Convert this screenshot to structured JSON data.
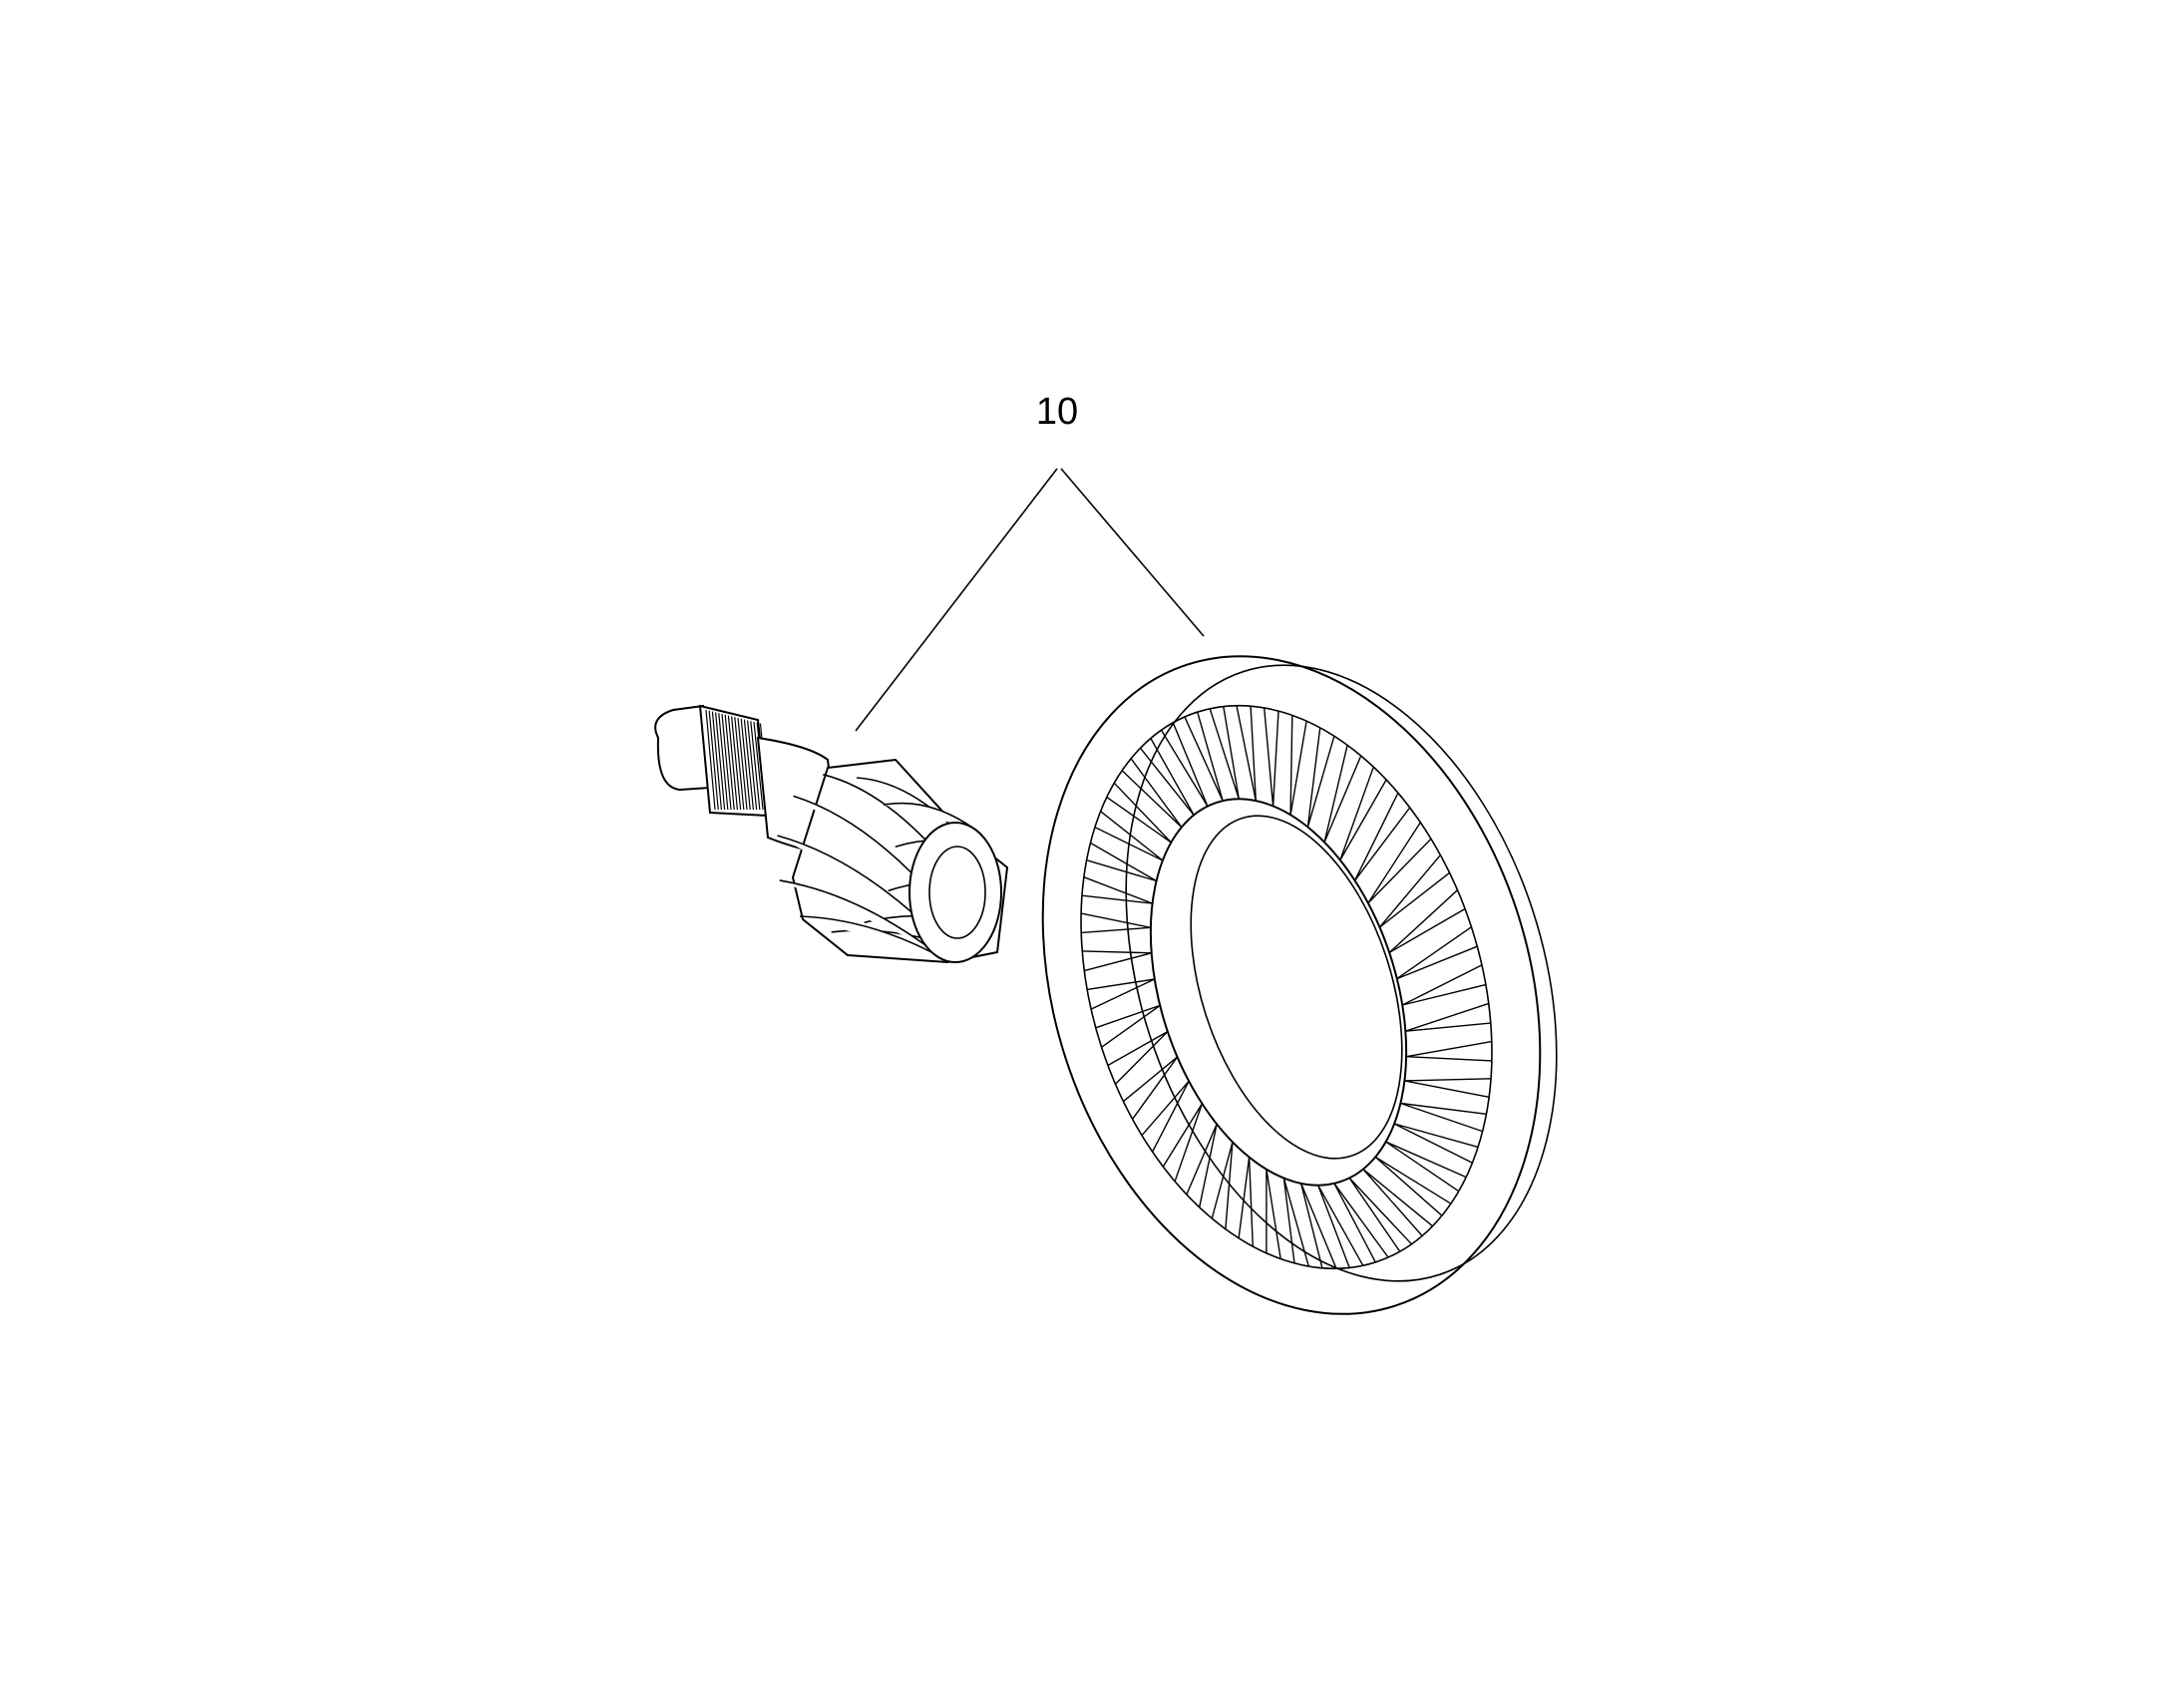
{
  "diagram": {
    "callout_number": "10",
    "line_color": "#000000",
    "background": "#ffffff",
    "parts": [
      {
        "name": "pinion-shaft",
        "description_icon": "bevel-pinion-gear-icon"
      },
      {
        "name": "ring-gear",
        "description_icon": "crown-wheel-gear-icon"
      }
    ]
  }
}
